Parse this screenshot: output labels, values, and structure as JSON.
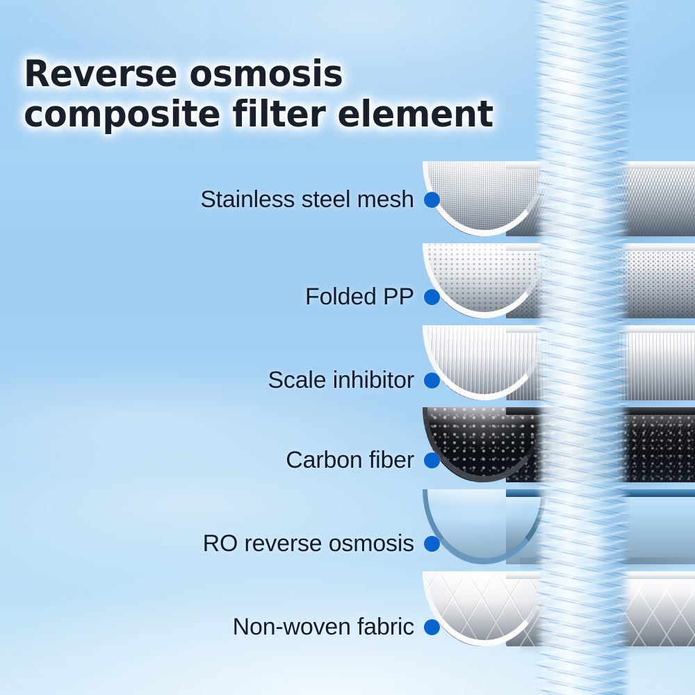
{
  "poster": {
    "title": "Reverse osmosis\ncomposite filter element",
    "background_top_color": "#a7d3f4",
    "background_bottom_color": "#cfe9fa",
    "accent_color": "#0a64cd",
    "title_color": "#18202c",
    "label_color": "#101c2e"
  },
  "layers": [
    {
      "label": "Stainless steel mesh",
      "bullet": "blue-dot-bullet",
      "material_color": "#c8ced5",
      "texture": "woven-metal-mesh"
    },
    {
      "label": "Folded PP",
      "bullet": "blue-dot-bullet",
      "material_color": "#c7ced6",
      "texture": "perforated-dots"
    },
    {
      "label": "Scale inhibitor",
      "bullet": "blue-dot-bullet",
      "material_color": "#d2d8de",
      "texture": "vertical-ribs"
    },
    {
      "label": "Carbon fiber",
      "bullet": "blue-dot-bullet",
      "material_color": "#0a0b0d",
      "texture": "granular-carbon"
    },
    {
      "label": "RO reverse osmosis",
      "bullet": "blue-dot-bullet",
      "material_color": "#1a4c78",
      "texture": "navy-ribs"
    },
    {
      "label": "Non-woven fabric",
      "bullet": "blue-dot-bullet",
      "material_color": "#d5dade",
      "texture": "diamond-grid"
    }
  ],
  "water_stream": {
    "name": "falling-water-stream",
    "color": "#cfeafb"
  }
}
